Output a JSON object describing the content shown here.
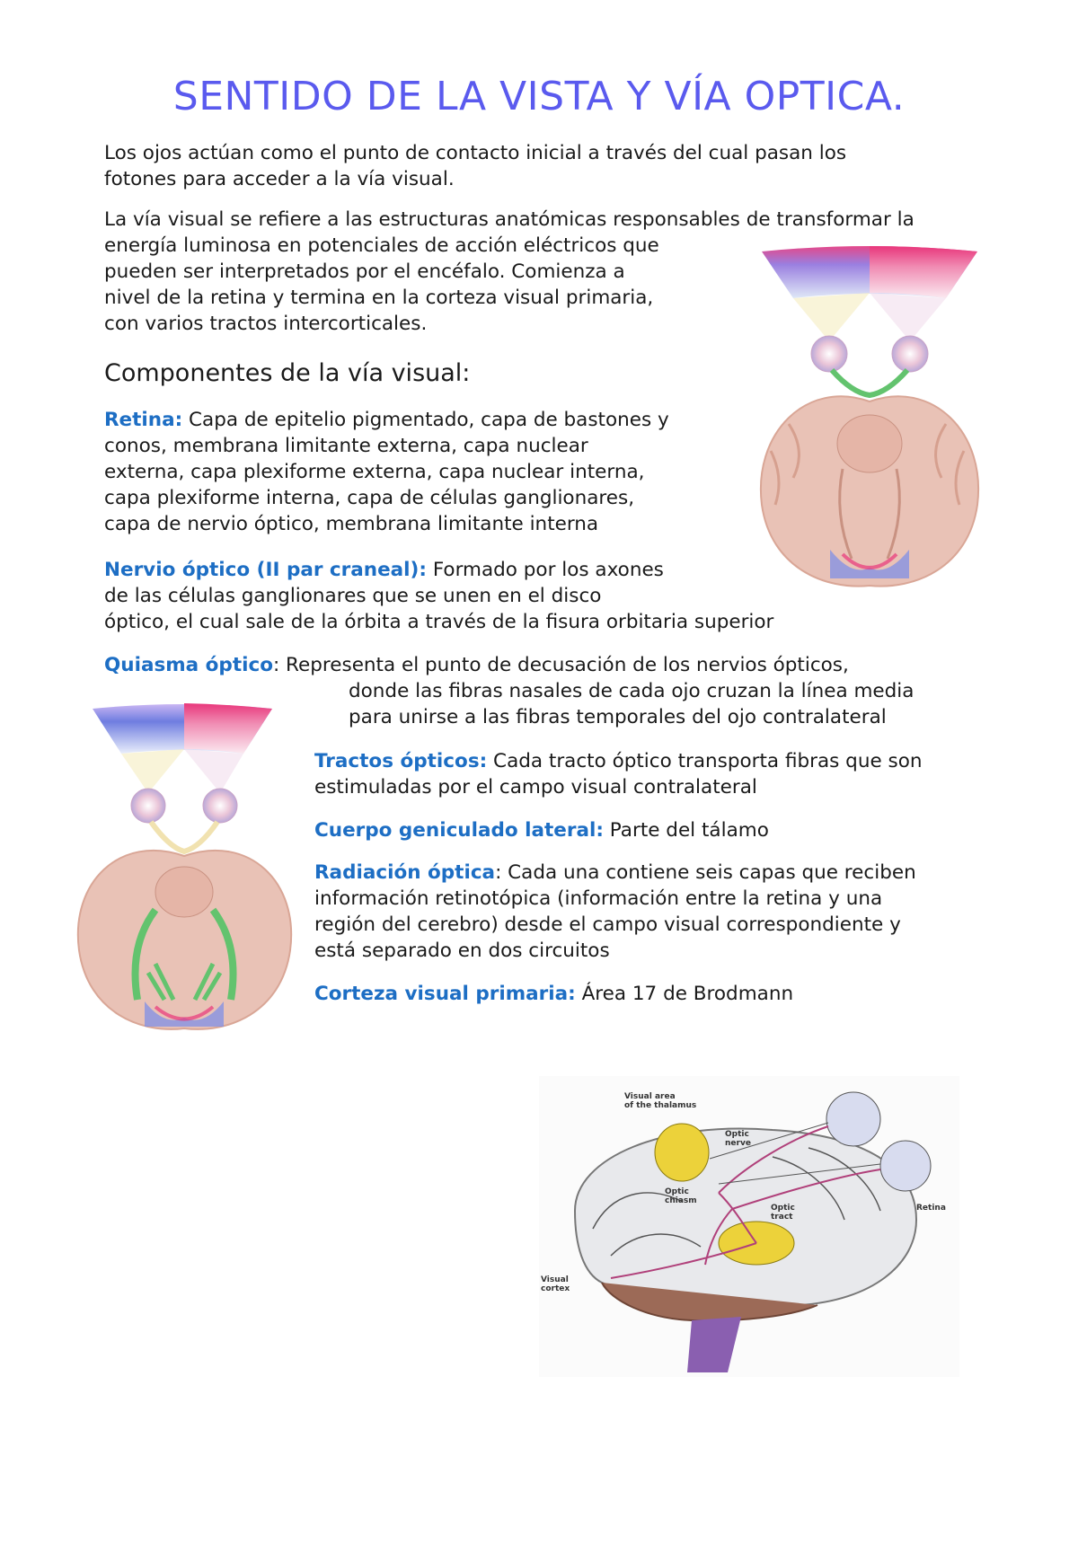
{
  "title": "SENTIDO DE LA VISTA Y VÍA OPTICA.",
  "intro": {
    "p1": [
      "Los ojos actúan como el punto de contacto inicial a través del cual pasan los",
      "fotones para acceder a la vía visual."
    ],
    "p2": [
      "La vía visual se refiere a las estructuras anatómicas responsables de transformar la",
      "energía luminosa en potenciales de acción eléctricos que",
      "pueden ser interpretados por el encéfalo. Comienza a",
      "nivel de la retina y termina en la corteza visual primaria,",
      "con varios tractos intercorticales."
    ]
  },
  "section_heading": "Componentes de la vía visual:",
  "components": {
    "retina": {
      "term": "Retina:",
      "lines": [
        " Capa de epitelio pigmentado, capa de bastones y",
        "conos, membrana limitante externa, capa nuclear",
        "externa, capa plexiforme externa, capa nuclear interna,",
        "capa plexiforme interna, capa de células ganglionares,",
        "capa de nervio óptico, membrana limitante interna"
      ]
    },
    "nervio": {
      "term": "Nervio óptico (II par craneal):",
      "lines": [
        " Formado por los axones",
        "de las células ganglionares que se unen en el disco",
        "óptico, el cual sale de la órbita a través de la fisura orbitaria superior"
      ]
    },
    "quiasma": {
      "term": "Quiasma óptico",
      "lines": [
        ": Representa el punto de decusación de los nervios ópticos,",
        "donde las fibras nasales de cada ojo cruzan la línea media",
        "para unirse a las fibras temporales del ojo contralateral"
      ]
    },
    "tractos": {
      "term": "Tractos ópticos:",
      "lines": [
        " Cada tracto óptico transporta fibras que son",
        "estimuladas por el campo visual contralateral"
      ]
    },
    "geniculado": {
      "term": "Cuerpo geniculado lateral:",
      "lines": [
        " Parte del tálamo"
      ]
    },
    "radiacion": {
      "term": "Radiación óptica",
      "lines": [
        ": Cada una contiene seis capas que reciben",
        "información retinotópica (información entre la retina y una",
        "región del cerebro) desde el campo visual correspondiente y",
        "está separado en dos circuitos"
      ]
    },
    "corteza": {
      "term": "Corteza visual primaria:",
      "lines": [
        " Área 17 de Brodmann"
      ]
    }
  },
  "figure_labels": {
    "visual_area": "Visual area",
    "of_thalamus": "of the thalamus",
    "optic_nerve_1": "Optic",
    "optic_nerve_2": "nerve",
    "optic_chiasm_1": "Optic",
    "optic_chiasm_2": "chiasm",
    "optic_tract_1": "Optic",
    "optic_tract_2": "tract",
    "retina": "Retina",
    "visual_cortex_1": "Visual",
    "visual_cortex_2": "cortex"
  },
  "colors": {
    "title": "#5a5aee",
    "term": "#1d6ec4",
    "brain": "#e9c2b6",
    "tract_green": "#63c36e",
    "thalamus_yellow": "#ecd23a"
  }
}
